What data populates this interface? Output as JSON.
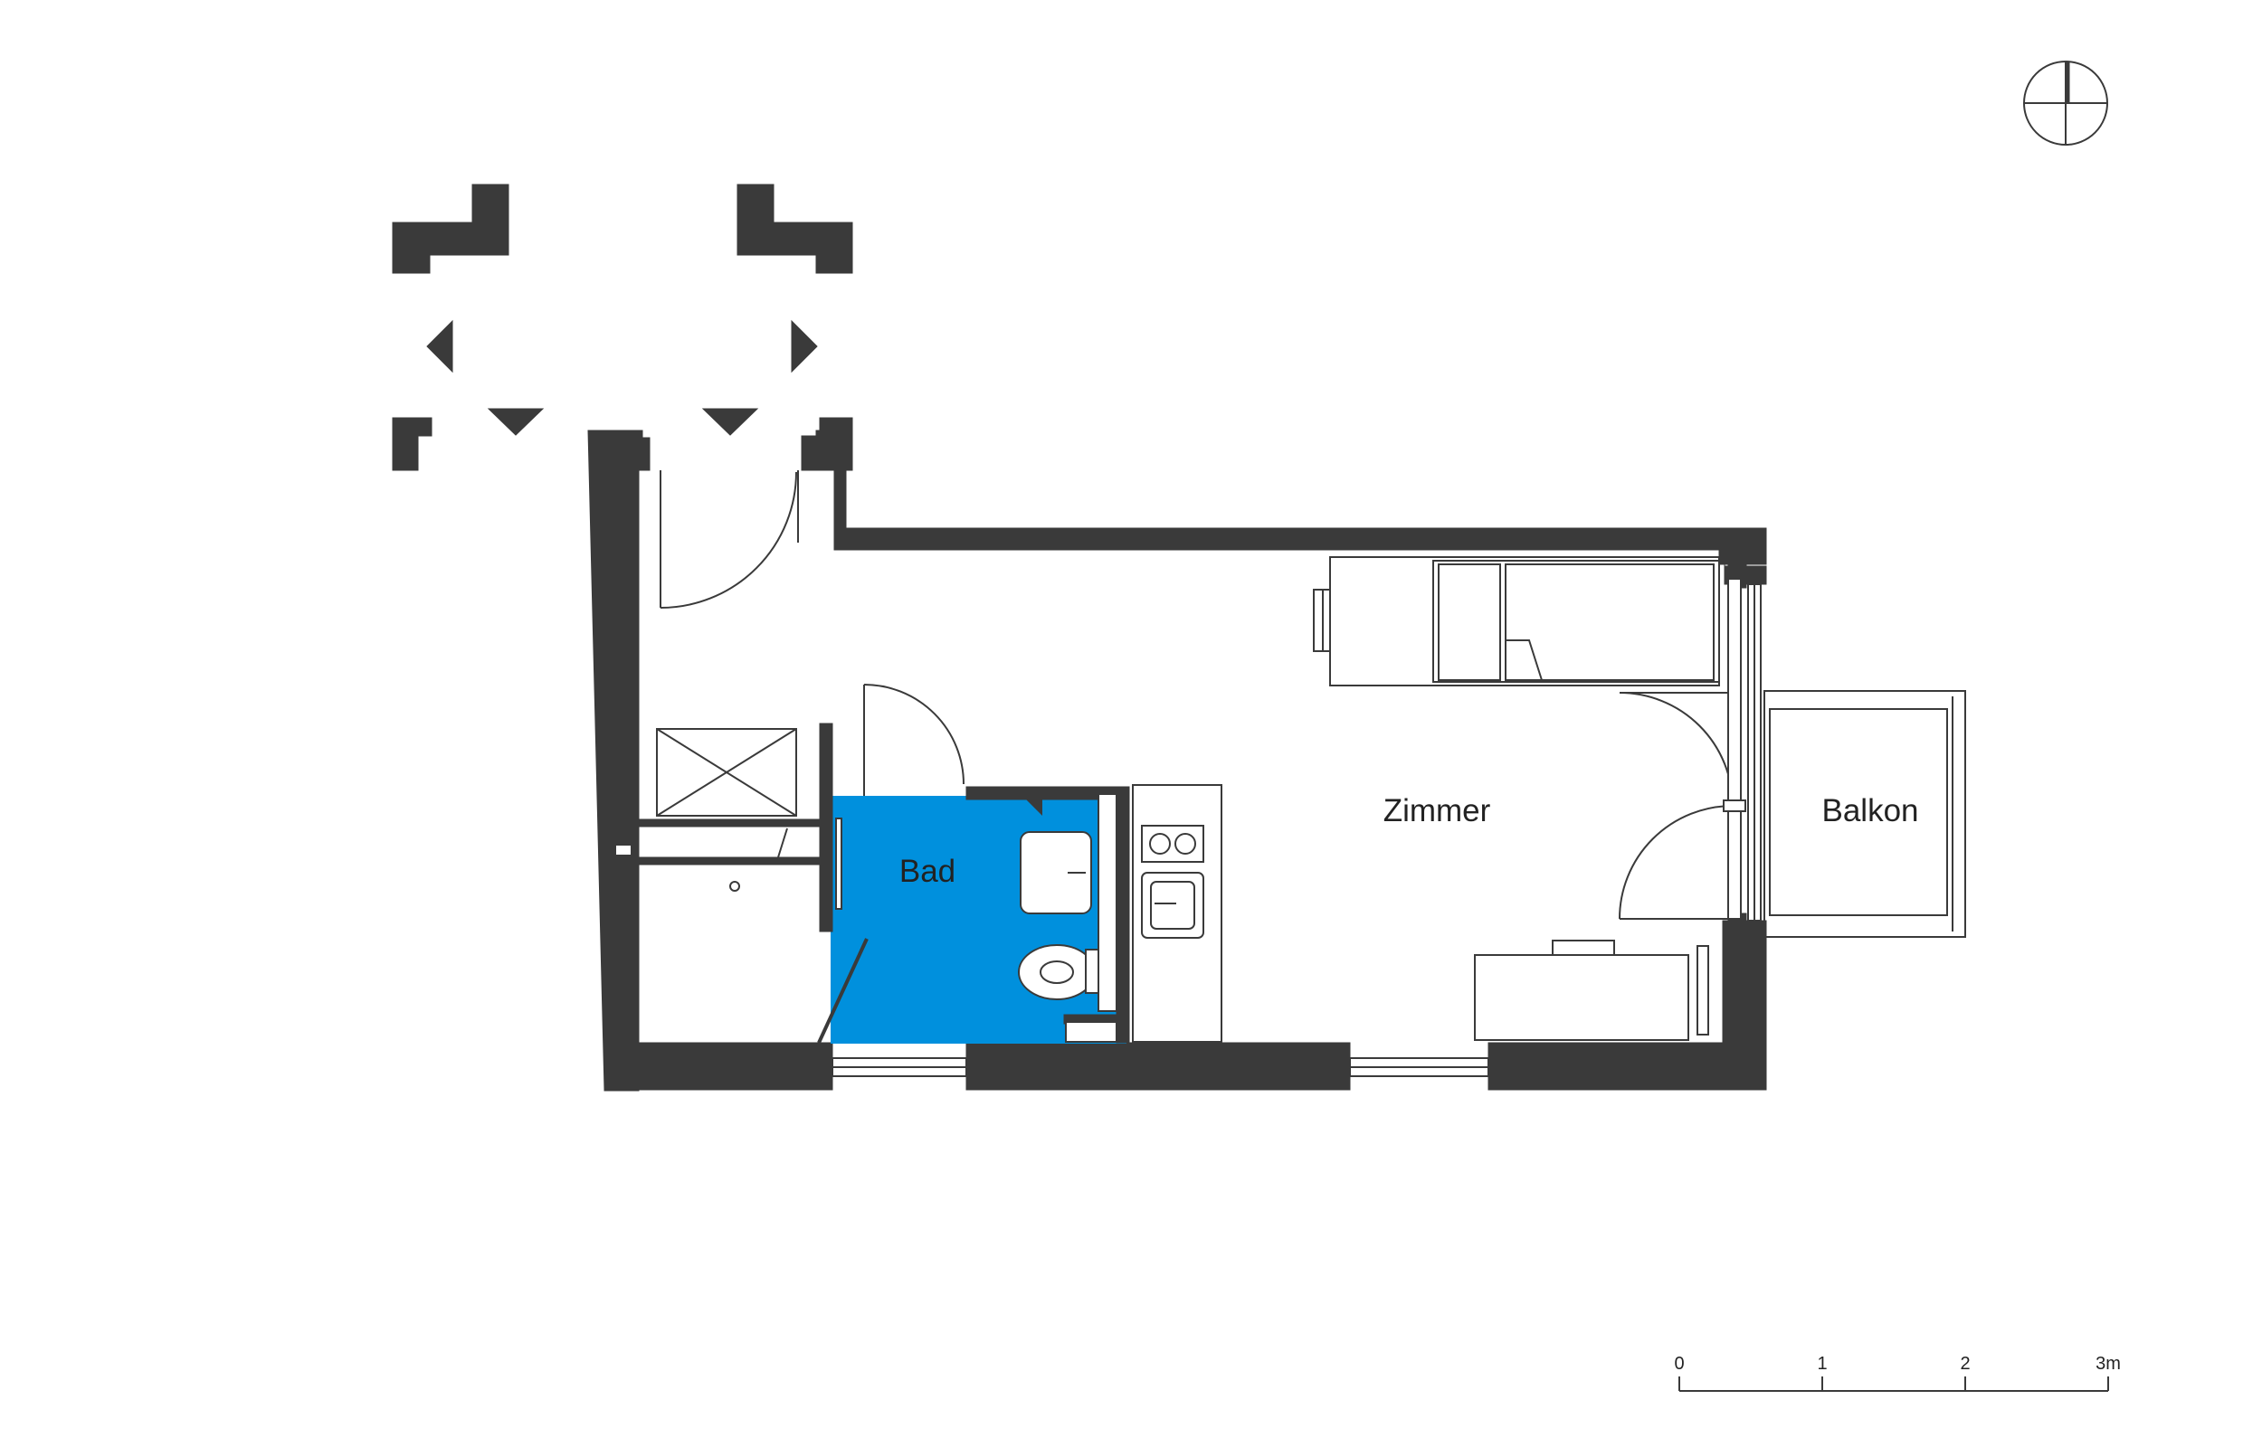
{
  "rooms": {
    "bad": "Bad",
    "zimmer": "Zimmer",
    "balkon": "Balkon"
  },
  "scale_bar": {
    "ticks": [
      "0",
      "1",
      "2",
      "3m"
    ]
  },
  "colors": {
    "wall": "#3a3a3a",
    "bathroom_fill": "#0090dd",
    "background": "#ffffff"
  },
  "icons": [
    "north-arrow-icon"
  ]
}
